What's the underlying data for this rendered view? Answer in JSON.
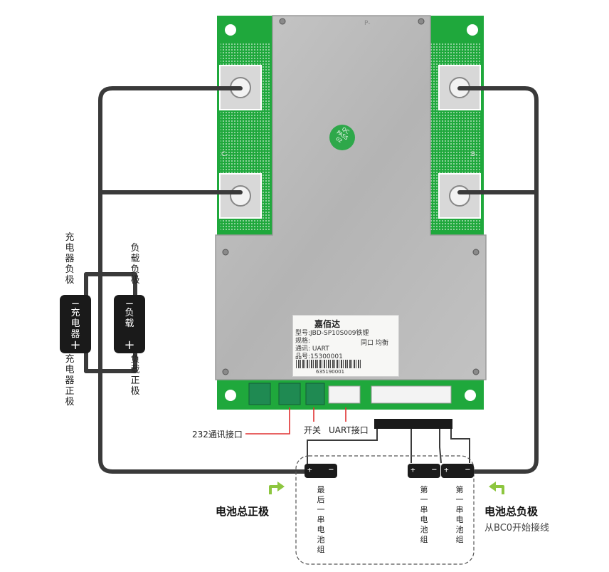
{
  "board": {
    "logo_brand": "嘉佰达",
    "model_line": "型号:JBD-SP10S009铁锂",
    "spec_line": "规格:",
    "spec_value": "同口 均衡",
    "comm_line": "通讯: UART",
    "item_line": "品号:15300001",
    "serial": "635190001",
    "pass_sticker": "QC PASS 02",
    "pad_p_minus": "P-",
    "pad_c_minus": "C-",
    "pad_b_minus": "B-"
  },
  "left_labels": {
    "charger_negative": "充电器负极",
    "charger_positive": "充电器正极",
    "load_negative": "负载负极",
    "load_positive": "负载正极"
  },
  "devices": {
    "charger": {
      "minus": "−",
      "name": "充电器",
      "plus": "+"
    },
    "load": {
      "minus": "−",
      "name": "负载",
      "plus": "+"
    }
  },
  "connector_labels": {
    "rs232": "232通讯接口",
    "switch": "开关",
    "uart": "UART接口"
  },
  "cells": {
    "plus_sign": "+",
    "minus_sign": "−",
    "last_string": "最后一串电池组",
    "first_string_a": "第一串电池组",
    "first_string_b": "第一串电池组"
  },
  "battery_labels": {
    "total_positive": "电池总正极",
    "total_negative": "电池总负极",
    "start_note": "从BC0开始接线"
  },
  "colors": {
    "pcb_green": "#1fa83c",
    "wire": "#3a3a3a",
    "arrow_green": "#8dc63f",
    "pointer_red": "#e03030"
  }
}
